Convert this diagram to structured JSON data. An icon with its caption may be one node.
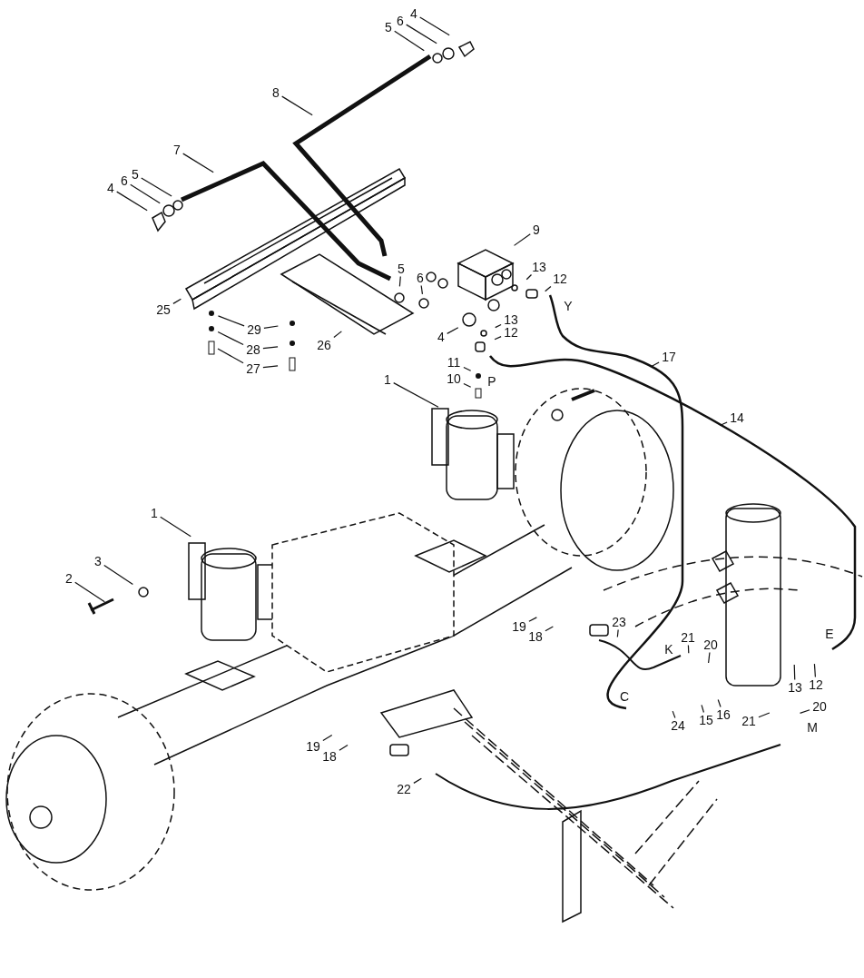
{
  "diagram": {
    "nodes": [
      {
        "text": [
          "4"
        ]
      },
      {
        "text": [
          "6"
        ]
      },
      {
        "text": [
          "5"
        ]
      },
      {
        "text": [
          "8"
        ]
      },
      {
        "text": [
          "7"
        ]
      },
      {
        "text": [
          "5"
        ]
      },
      {
        "text": [
          "6"
        ]
      },
      {
        "text": [
          "4"
        ]
      },
      {
        "text": [
          "9"
        ]
      },
      {
        "text": [
          "5"
        ]
      },
      {
        "text": [
          "6"
        ]
      },
      {
        "text": [
          "13"
        ]
      },
      {
        "text": [
          "12"
        ]
      },
      {
        "text": [
          "25"
        ]
      },
      {
        "text": [
          "29"
        ]
      },
      {
        "text": [
          "26"
        ]
      },
      {
        "text": [
          "4"
        ]
      },
      {
        "text": [
          "13"
        ]
      },
      {
        "text": [
          "12"
        ]
      },
      {
        "text": [
          "28"
        ]
      },
      {
        "text": [
          "27"
        ]
      },
      {
        "text": [
          "11"
        ]
      },
      {
        "text": [
          "10"
        ]
      },
      {
        "text": [
          "1"
        ]
      },
      {
        "text": [
          "17"
        ]
      },
      {
        "text": [
          "14"
        ]
      },
      {
        "text": [
          "1"
        ]
      },
      {
        "text": [
          "3"
        ]
      },
      {
        "text": [
          "2"
        ]
      },
      {
        "text": [
          "19"
        ]
      },
      {
        "text": [
          "18"
        ]
      },
      {
        "text": [
          "23"
        ]
      },
      {
        "text": [
          "21"
        ]
      },
      {
        "text": [
          "20"
        ]
      },
      {
        "text": [
          "13"
        ]
      },
      {
        "text": [
          "12"
        ]
      },
      {
        "text": [
          "24"
        ]
      },
      {
        "text": [
          "15"
        ]
      },
      {
        "text": [
          "16"
        ]
      },
      {
        "text": [
          "21"
        ]
      },
      {
        "text": [
          "20"
        ]
      },
      {
        "text": [
          "19"
        ]
      },
      {
        "text": [
          "18"
        ]
      },
      {
        "text": [
          "22"
        ]
      }
    ],
    "edges": [
      {
        "from": 0,
        "to": null,
        "arrow": "none"
      },
      {
        "from": 1,
        "to": null,
        "arrow": "none"
      },
      {
        "from": 2,
        "to": null,
        "arrow": "none"
      },
      {
        "from": 3,
        "to": null,
        "arrow": "none"
      },
      {
        "from": 4,
        "to": null,
        "arrow": "none"
      },
      {
        "from": 5,
        "to": null,
        "arrow": "none"
      },
      {
        "from": 6,
        "to": null,
        "arrow": "none"
      },
      {
        "from": 7,
        "to": null,
        "arrow": "none"
      },
      {
        "from": 8,
        "to": null,
        "arrow": "none"
      },
      {
        "from": 9,
        "to": null,
        "arrow": "none"
      },
      {
        "from": 10,
        "to": null,
        "arrow": "none"
      },
      {
        "from": 11,
        "to": null,
        "arrow": "none"
      },
      {
        "from": 12,
        "to": null,
        "arrow": "none"
      },
      {
        "from": 13,
        "to": null,
        "arrow": "none"
      },
      {
        "from": 14,
        "to": null,
        "arrow": "none"
      },
      {
        "from": 14,
        "to": null,
        "arrow": "none"
      },
      {
        "from": 15,
        "to": null,
        "arrow": "none"
      },
      {
        "from": 16,
        "to": null,
        "arrow": "none"
      },
      {
        "from": 17,
        "to": null,
        "arrow": "none"
      },
      {
        "from": 18,
        "to": null,
        "arrow": "none"
      },
      {
        "from": 19,
        "to": null,
        "arrow": "none"
      },
      {
        "from": 19,
        "to": null,
        "arrow": "none"
      },
      {
        "from": 20,
        "to": null,
        "arrow": "none"
      },
      {
        "from": 20,
        "to": null,
        "arrow": "none"
      },
      {
        "from": 21,
        "to": null,
        "arrow": "none"
      },
      {
        "from": 22,
        "to": null,
        "arrow": "none"
      },
      {
        "from": 23,
        "to": null,
        "arrow": "none"
      },
      {
        "from": 24,
        "to": null,
        "arrow": "none"
      },
      {
        "from": 25,
        "to": null,
        "arrow": "none"
      },
      {
        "from": 26,
        "to": null,
        "arrow": "none"
      },
      {
        "from": 27,
        "to": null,
        "arrow": "none"
      },
      {
        "from": 28,
        "to": null,
        "arrow": "none"
      },
      {
        "from": 29,
        "to": null,
        "arrow": "none"
      },
      {
        "from": 30,
        "to": null,
        "arrow": "none"
      },
      {
        "from": 31,
        "to": null,
        "arrow": "none"
      },
      {
        "from": 32,
        "to": null,
        "arrow": "none"
      },
      {
        "from": 33,
        "to": null,
        "arrow": "none"
      },
      {
        "from": 34,
        "to": null,
        "arrow": "none"
      },
      {
        "from": 35,
        "to": null,
        "arrow": "none"
      },
      {
        "from": 36,
        "to": null,
        "arrow": "none"
      },
      {
        "from": 37,
        "to": null,
        "arrow": "none"
      },
      {
        "from": 38,
        "to": null,
        "arrow": "none"
      },
      {
        "from": 39,
        "to": null,
        "arrow": "none"
      },
      {
        "from": 40,
        "to": null,
        "arrow": "none"
      },
      {
        "from": 41,
        "to": null,
        "arrow": "none"
      },
      {
        "from": 42,
        "to": null,
        "arrow": "none"
      },
      {
        "from": 43,
        "to": null,
        "arrow": "none"
      }
    ],
    "labels": [
      "Y",
      "P",
      "K",
      "E",
      "C",
      "M"
    ]
  }
}
